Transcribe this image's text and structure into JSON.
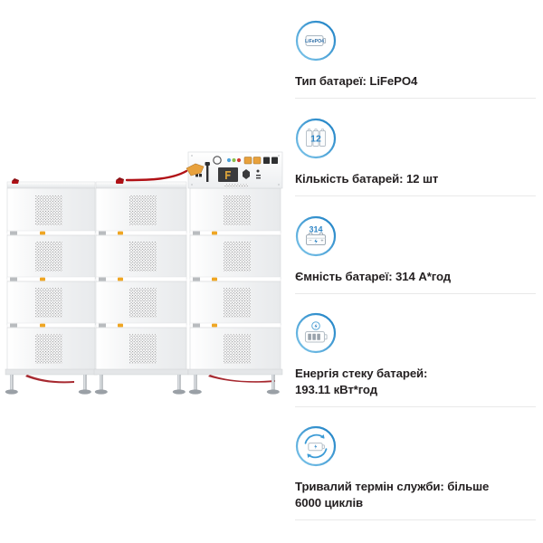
{
  "page": {
    "background": "#ffffff",
    "accent": "#1b7fc4",
    "accent_light": "#6cc1e8",
    "text_color": "#231f20",
    "divider_color": "#e9e9e9"
  },
  "product": {
    "name": "battery-stack-cabinet",
    "alt": "Стійка з батарейними модулями",
    "columns": 3,
    "modules_per_column": 4,
    "total_modules": 12,
    "has_control_panel": true,
    "colors": {
      "cabinet_body": "#f2f3f4",
      "cabinet_edge": "#d9dbdd",
      "vent": "#8d8f92",
      "led": "#f0a623",
      "cable": "#b11116",
      "leg": "#9aa0a6",
      "panel_screen": "#3a3a3c"
    }
  },
  "specs": [
    {
      "id": "battery-type",
      "icon": "lifepo4-battery-icon",
      "icon_label": "LiFePO4",
      "text": "Тип батареї: LiFePO4"
    },
    {
      "id": "battery-count",
      "icon": "battery-cells-count-icon",
      "icon_label": "12",
      "text": "Кількість батарей: 12 шт"
    },
    {
      "id": "battery-capacity",
      "icon": "battery-capacity-icon",
      "icon_label": "314",
      "text": "Ємність батареї: 314 А*год"
    },
    {
      "id": "stack-energy",
      "icon": "battery-energy-icon",
      "icon_label": "",
      "text": "Енергія стеку батарей:\n193.11 кВт*год"
    },
    {
      "id": "cycle-life",
      "icon": "battery-cycle-life-icon",
      "icon_label": "",
      "text": "Тривалий термін служби: більше\n6000 циклів"
    }
  ]
}
